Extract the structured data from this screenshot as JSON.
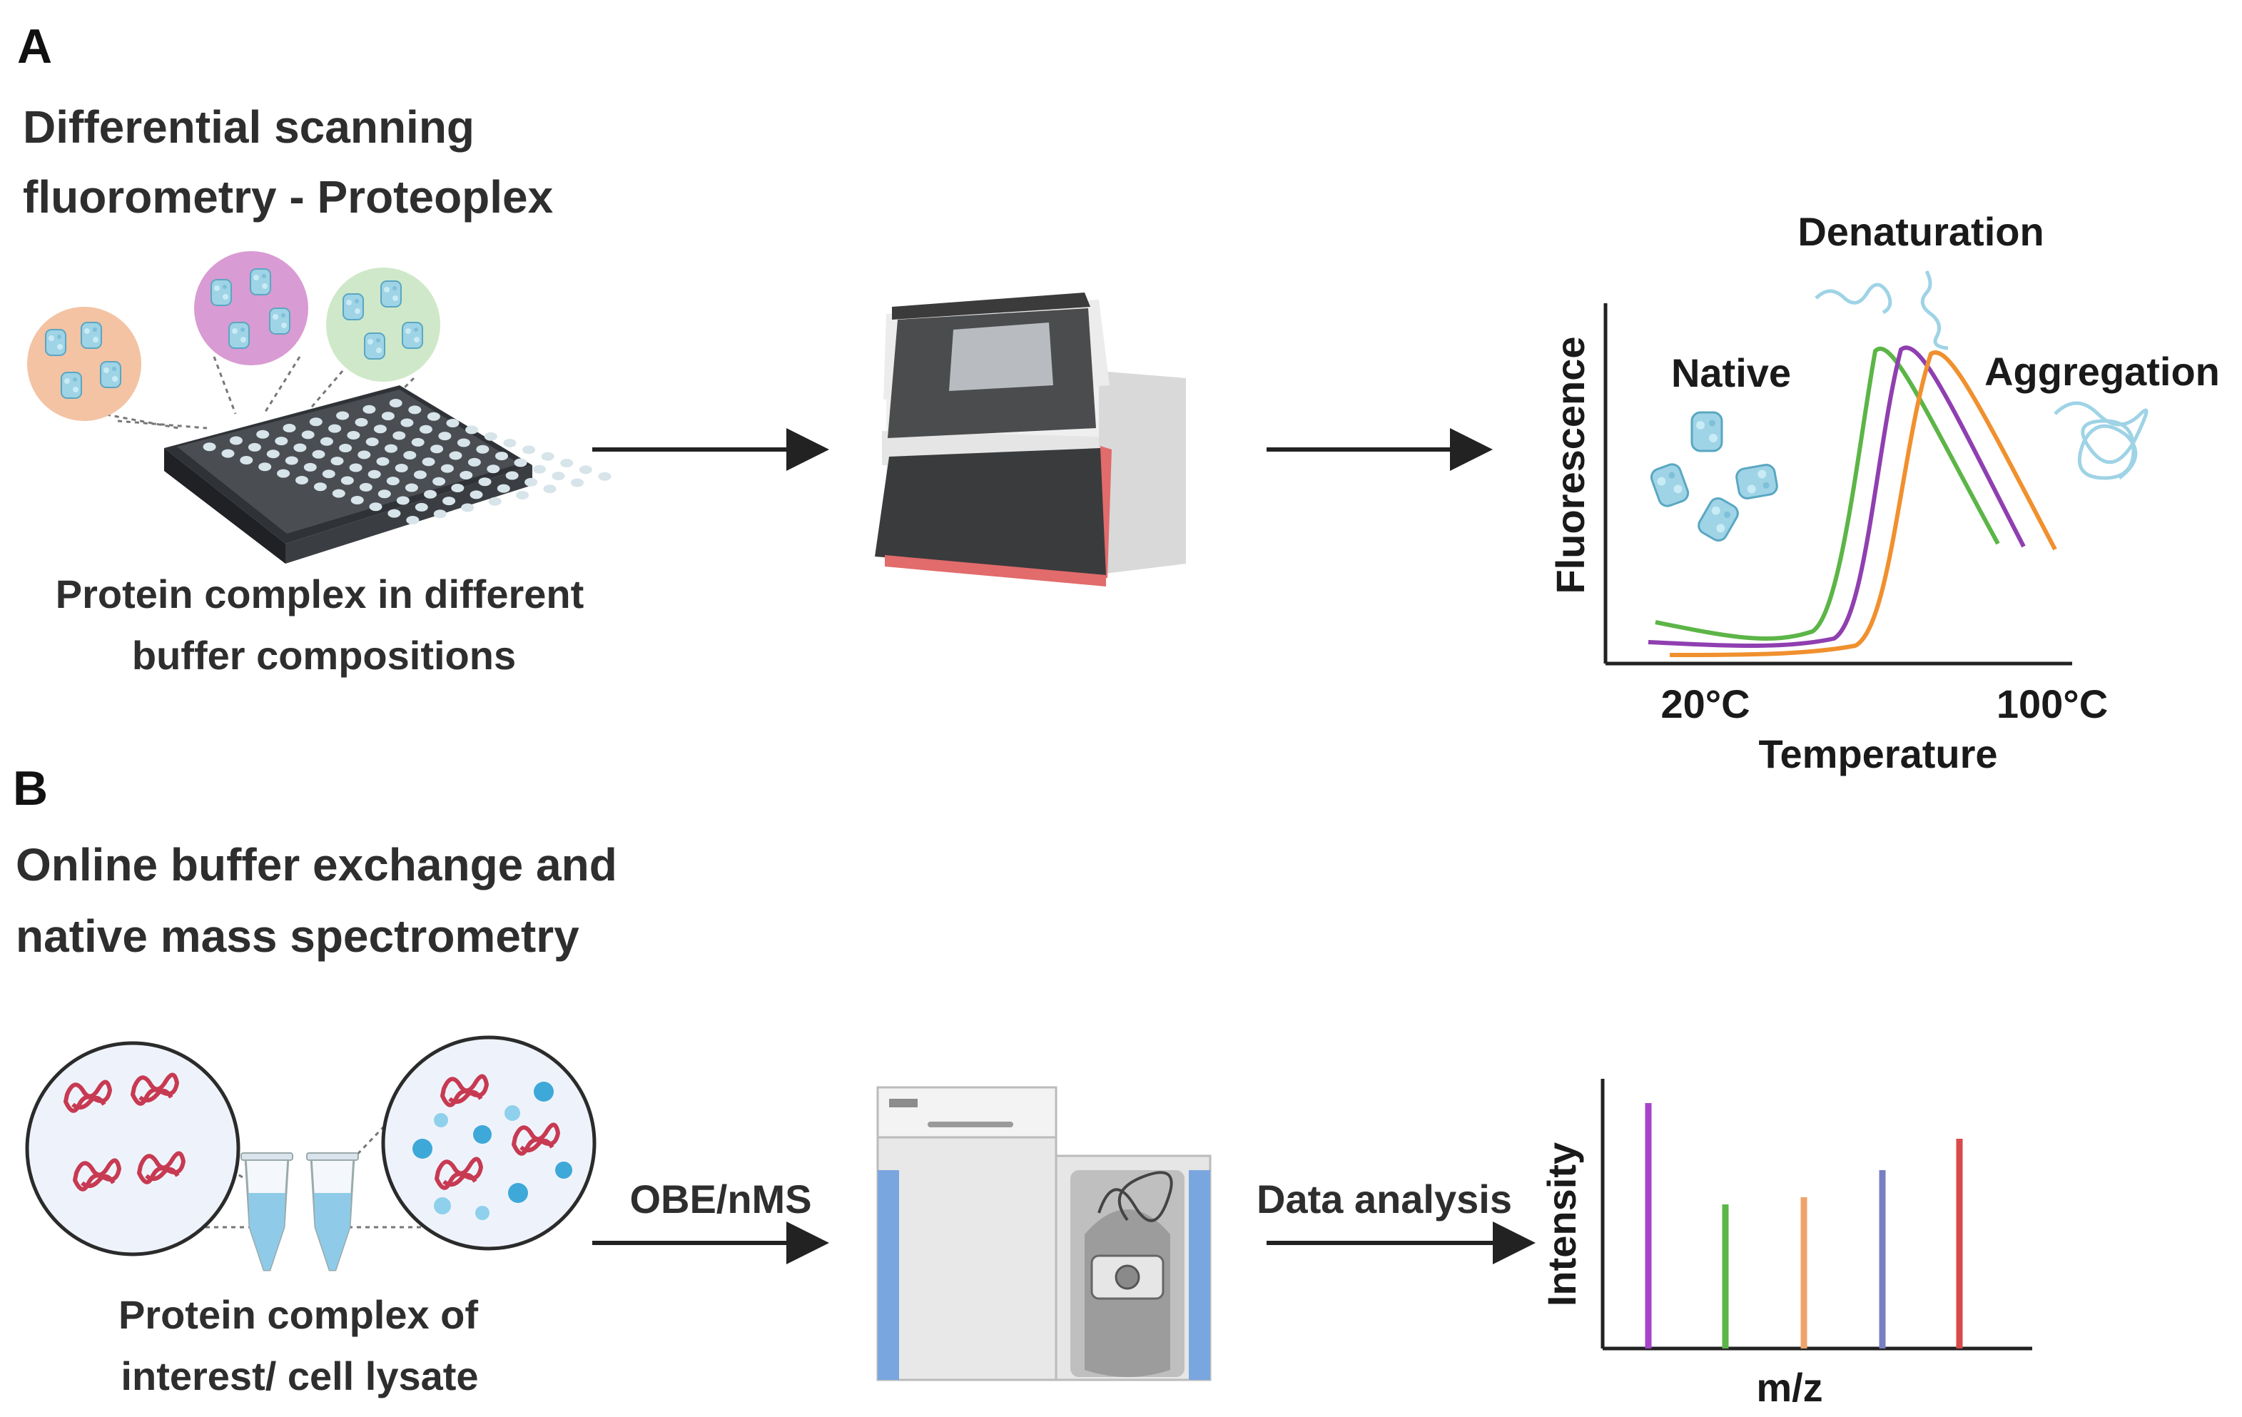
{
  "panel_a": {
    "letter": "A",
    "title_line1": "Differential scanning",
    "title_line2": "fluorometry - Proteoplex",
    "plate_caption_line1": "Protein complex in different",
    "plate_caption_line2": "buffer compositions",
    "circle_colors": [
      "#f3c3a4",
      "#d99bd3",
      "#cfe8c9"
    ],
    "protein_color": "#9fd3e6",
    "plot": {
      "y_label": "Fluorescence",
      "x_label": "Temperature",
      "x_tick_min": "20°C",
      "x_tick_max": "100°C",
      "label_native": "Native",
      "label_denaturation": "Denaturation",
      "label_aggregation": "Aggregation",
      "curve_colors": [
        "#5cb547",
        "#8f3fb0",
        "#f0902e"
      ]
    }
  },
  "panel_b": {
    "letter": "B",
    "title_line1": "Online buffer exchange and",
    "title_line2": "native mass spectrometry",
    "tube_caption_line1": "Protein complex of",
    "tube_caption_line2": "interest/ cell lysate",
    "arrow1_label": "OBE/nMS",
    "arrow2_label": "Data analysis",
    "plot": {
      "y_label": "Intensity",
      "x_label": "m/z",
      "peak_colors": [
        "#a645c9",
        "#5cb547",
        "#f0a36a",
        "#7a7fc2",
        "#d94a4a"
      ]
    }
  }
}
